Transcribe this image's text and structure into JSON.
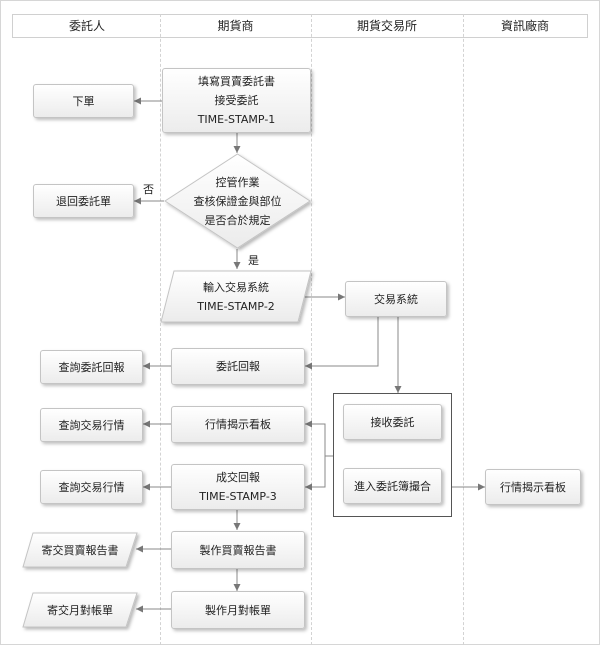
{
  "lanes": [
    "委託人",
    "期貨商",
    "期貨交易所",
    "資訊廠商"
  ],
  "nodes": {
    "fill_order": [
      "填寫買賣委託書",
      "接受委託",
      "TIME-STAMP-1"
    ],
    "place_order": "下單",
    "risk_check": [
      "控管作業",
      "查核保證金與部位",
      "是否合於規定"
    ],
    "return_order": "退回委託單",
    "input_system": [
      "輸入交易系統",
      "TIME-STAMP-2"
    ],
    "trading_system": "交易系統",
    "order_report": "委託回報",
    "query_order_report": "查詢委託回報",
    "receive_order": "接收委託",
    "quote_board_broker": "行情揭示看板",
    "query_quotes_1": "查詢交易行情",
    "match_order": "進入委託簿撮合",
    "quote_board_vendor": "行情揭示看板",
    "trade_report": [
      "成交回報",
      "TIME-STAMP-3"
    ],
    "query_quotes_2": "查詢交易行情",
    "make_trade_report": "製作買賣報告書",
    "send_trade_report": "寄交買賣報告書",
    "make_monthly_statement": "製作月對帳單",
    "send_monthly_statement": "寄交月對帳單"
  },
  "labels": {
    "no": "否",
    "yes": "是"
  }
}
